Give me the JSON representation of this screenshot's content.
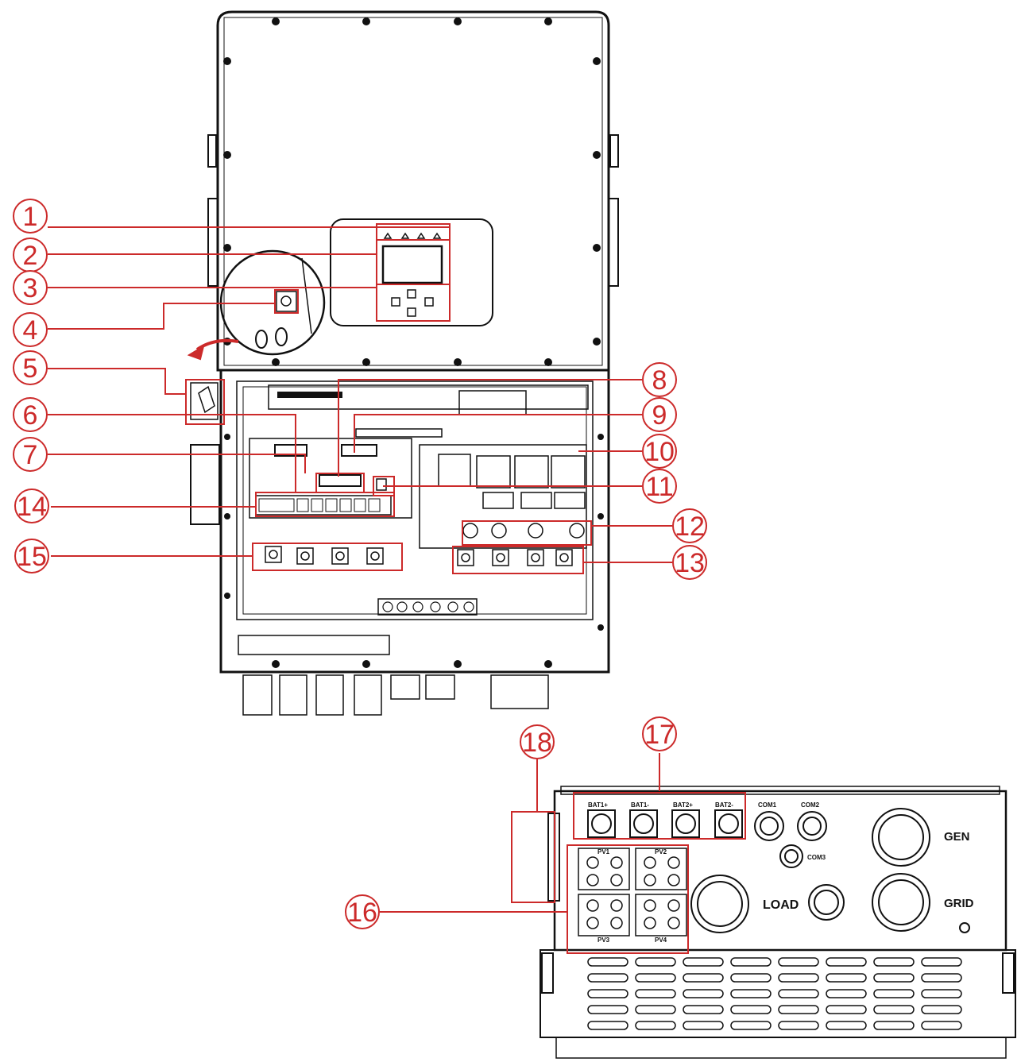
{
  "colors": {
    "callout": "#cc2a2a",
    "line": "#111111",
    "background": "#ffffff"
  },
  "callouts": [
    "1",
    "2",
    "3",
    "4",
    "5",
    "6",
    "7",
    "8",
    "9",
    "10",
    "11",
    "12",
    "13",
    "14",
    "15",
    "16",
    "17",
    "18"
  ],
  "terminal_labels": {
    "battery": [
      "BAT1+",
      "BAT1-",
      "BAT2+",
      "BAT2-"
    ],
    "comm": [
      "COM1",
      "COM2",
      "COM3"
    ],
    "pv": [
      "PV1",
      "PV2",
      "PV3",
      "PV4"
    ]
  },
  "side_labels": {
    "gen": "GEN",
    "load": "LOAD",
    "grid": "GRID"
  }
}
